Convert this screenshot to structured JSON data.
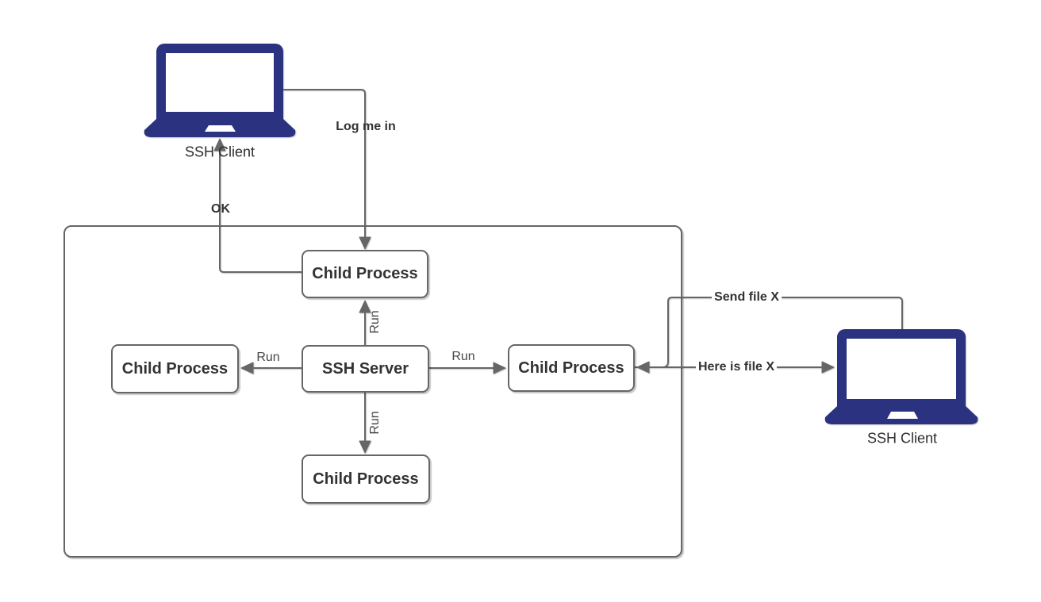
{
  "diagram": {
    "boundary": {
      "name": "ssh-server-host-boundary"
    },
    "clients": {
      "left": {
        "label": "SSH Client"
      },
      "right": {
        "label": "SSH Client"
      }
    },
    "nodes": {
      "server": {
        "label": "SSH Server"
      },
      "child_top": {
        "label": "Child Process"
      },
      "child_left": {
        "label": "Child Process"
      },
      "child_right": {
        "label": "Child Process"
      },
      "child_bottom": {
        "label": "Child Process"
      }
    },
    "edges": {
      "log_me_in": {
        "label": "Log me in"
      },
      "ok": {
        "label": "OK"
      },
      "run_top": {
        "label": "Run"
      },
      "run_left": {
        "label": "Run"
      },
      "run_right": {
        "label": "Run"
      },
      "run_bottom": {
        "label": "Run"
      },
      "send_file": {
        "label": "Send file X"
      },
      "here_is_file": {
        "label": "Here is file X"
      }
    },
    "colors": {
      "laptop_fill": "#2b3380",
      "line": "#666666",
      "box_border": "#666666",
      "text": "#333333",
      "background": "#ffffff"
    }
  }
}
